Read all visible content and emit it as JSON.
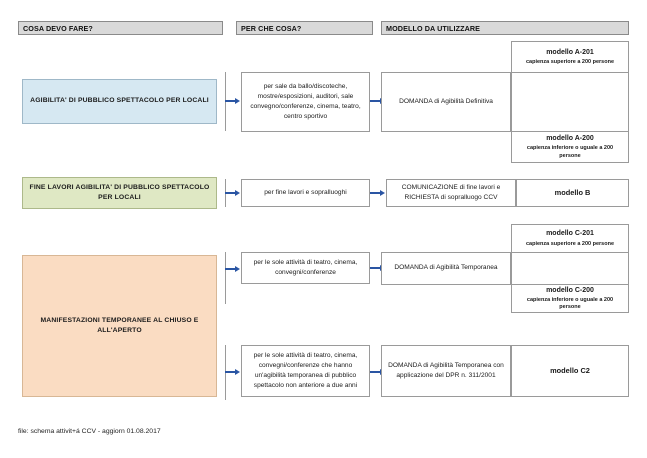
{
  "page": {
    "footer_note": "file: schema attivit+á CCV - aggiorn 01.08.2017"
  },
  "headers": [
    {
      "label": "COSA DEVO FARE?"
    },
    {
      "label": "PER CHE COSA?"
    },
    {
      "label": "MODELLO DA UTILIZZARE"
    }
  ],
  "colors": {
    "header_fill": "#d9d9d9",
    "blue_fill": "#d6e8f2",
    "green_fill": "#dfe8c4",
    "orange_fill": "#fadcc2",
    "arrow": "#2a55a3",
    "border": "#9a9a9a"
  },
  "rows": [
    {
      "id": "agibilita-locali",
      "category": "AGIBILITA' DI PUBBLICO SPETTACOLO PER LOCALI",
      "reason": "per sale da ballo/discoteche, mostre/esposizioni, auditori, sale convegno/conferenze, cinema, teatro, centro sportivo",
      "document": "DOMANDA di Agibilità Definitiva",
      "models": [
        {
          "title": "modello A-201",
          "subtitle": "capienza superiore a 200 persone"
        },
        {
          "title": "modello A-200",
          "subtitle": "capienza inferiore o uguale a 200 persone"
        }
      ]
    },
    {
      "id": "fine-lavori",
      "category": "FINE LAVORI AGIBILITA' DI PUBBLICO SPETTACOLO PER LOCALI",
      "reason": "per fine lavori e sopralluoghi",
      "document": "COMUNICAZIONE di fine lavori e RICHIESTA di sopralluogo CCV",
      "models": [
        {
          "title": "modello B",
          "subtitle": ""
        }
      ]
    },
    {
      "id": "manifestazioni-temporanee",
      "category": "MANIFESTAZIONI TEMPORANEE AL CHIUSO E ALL'APERTO",
      "branches": [
        {
          "reason": "per le sole attività di teatro, cinema, convegni/conferenze",
          "document": "DOMANDA di Agibilità Temporanea",
          "models": [
            {
              "title": "modello C-201",
              "subtitle": "capienza superiore a 200 persone"
            },
            {
              "title": "modello C-200",
              "subtitle": "capienza inferiore o uguale a 200 persone"
            }
          ]
        },
        {
          "reason": "per le sole attività di teatro, cinema, convegni/conferenze che hanno un'agibilità temporanea di pubblico spettacolo non anteriore a due anni",
          "document": "DOMANDA di Agibilità Temporanea con applicazione del DPR n. 311/2001",
          "models": [
            {
              "title": "modello C2",
              "subtitle": ""
            }
          ]
        }
      ]
    }
  ]
}
